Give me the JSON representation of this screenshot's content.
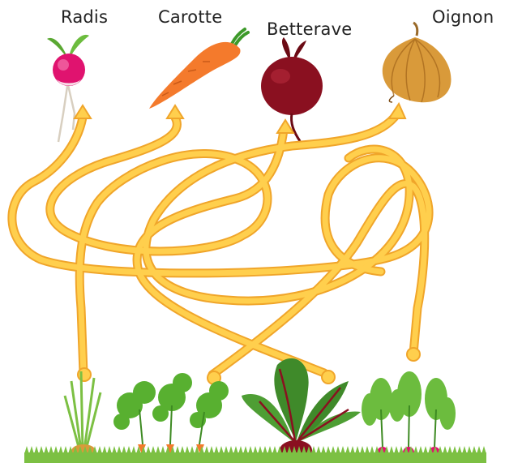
{
  "vegetables": [
    {
      "name": "Radis"
    },
    {
      "name": "Carotte"
    },
    {
      "name": "Betterave"
    },
    {
      "name": "Oignon"
    }
  ],
  "colors": {
    "path_fill": "#ffc94a",
    "path_edge": "#f0a52a",
    "grass": "#7cc043",
    "radish": "#e0136f",
    "carrot": "#f47a2c",
    "beet": "#8a1020",
    "onion": "#d99a3a"
  },
  "icons": [
    "radish-icon",
    "carrot-icon",
    "beet-icon",
    "onion-icon",
    "onion-plant-icon",
    "carrot-plant-icon",
    "beet-plant-icon",
    "radish-plant-icon"
  ]
}
